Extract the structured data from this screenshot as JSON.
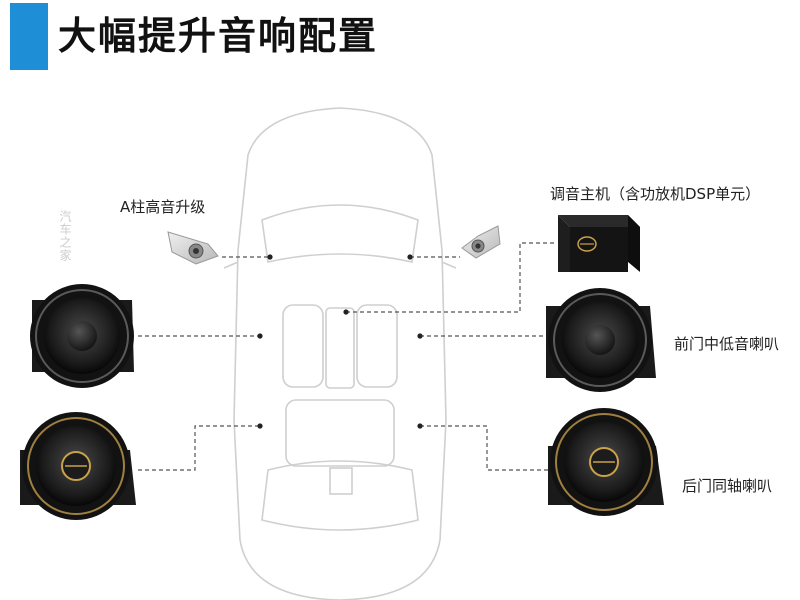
{
  "title": "大幅提升音响配置",
  "labels": {
    "a_pillar": "A柱高音升级",
    "head_unit": "调音主机（含功放机DSP单元）",
    "front_door": "前门中低音喇叭",
    "rear_door": "后门同轴喇叭"
  },
  "watermark": "汽车之家",
  "accent_color": "#1e8fd6"
}
